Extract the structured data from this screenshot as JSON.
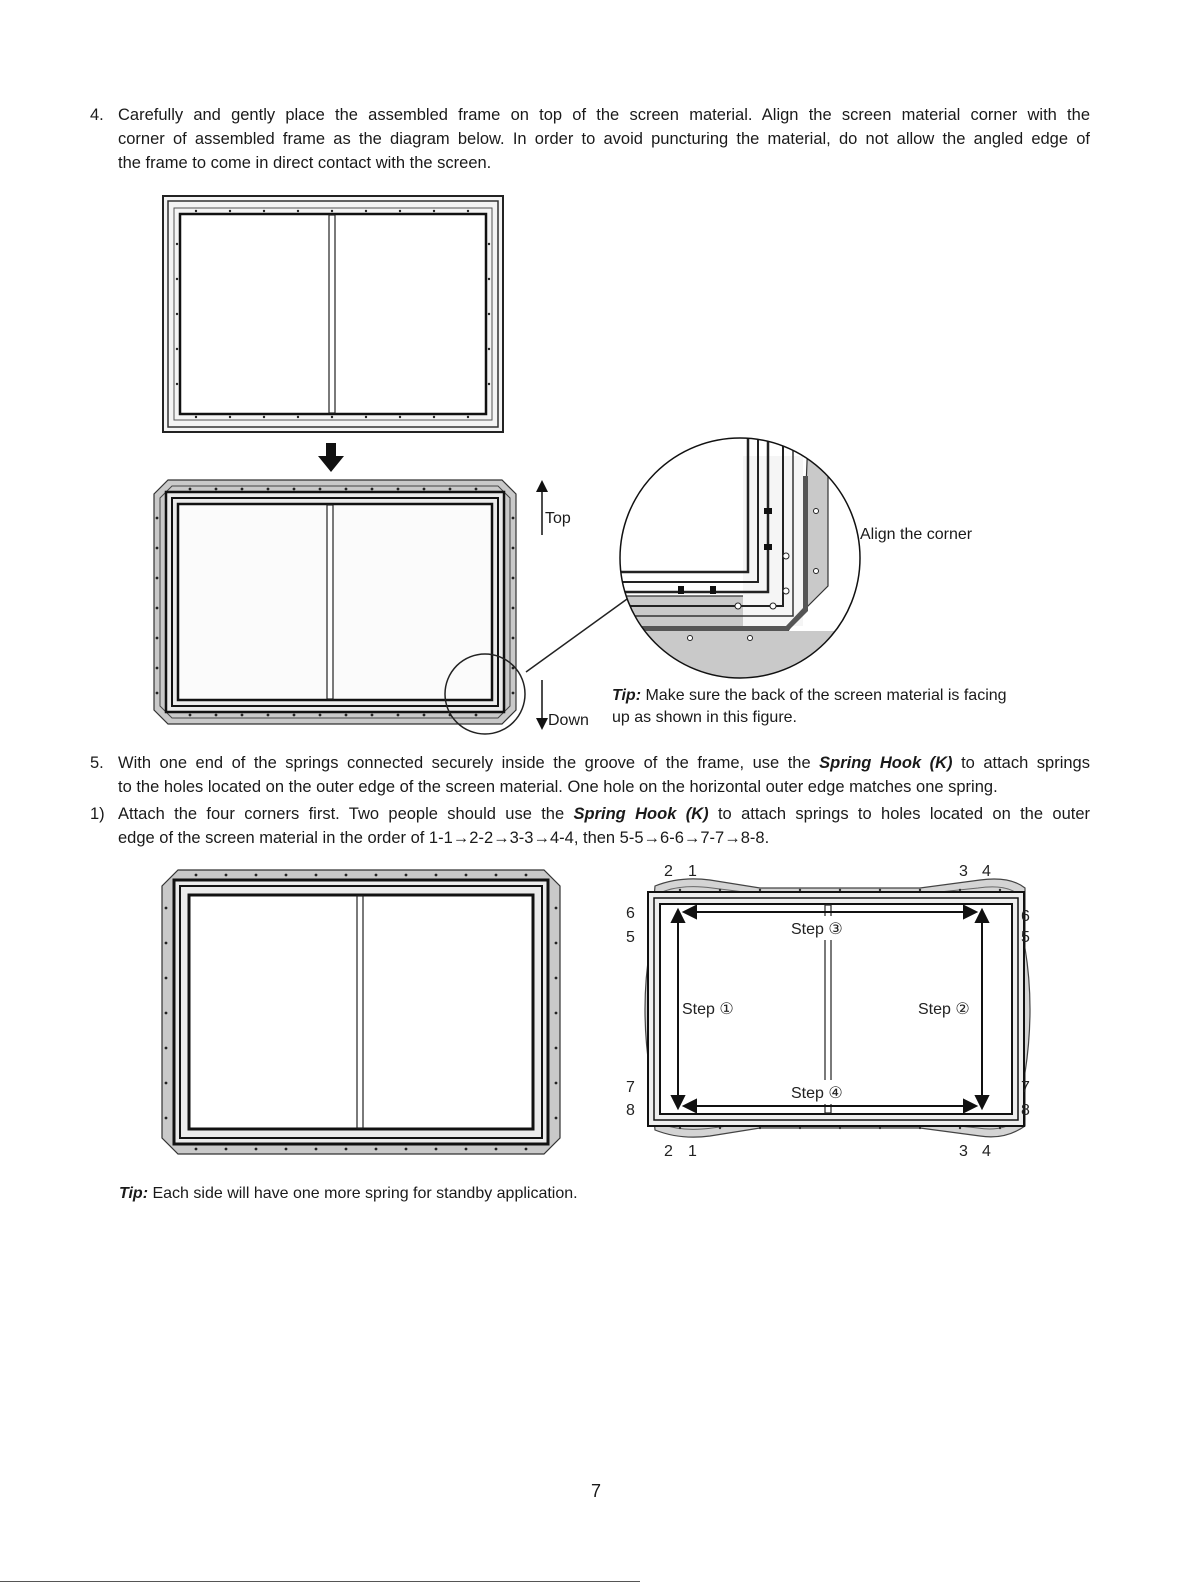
{
  "steps": {
    "step4": {
      "number": "4.",
      "lines": [
        "Carefully and gently place the assembled frame on top of the screen material. Align the screen material corner with the",
        "corner of assembled frame as the diagram below. In order to avoid puncturing the material, do not allow the angled edge of",
        "the frame to come in direct contact with the screen."
      ]
    },
    "step5": {
      "number": "5.",
      "line1_a": "With one end of the springs connected securely inside the groove of the frame, use the ",
      "line1_bold": "Spring Hook (K)",
      "line1_b": " to attach springs",
      "line2": "to the holes located on the outer edge of the screen material. One hole on the horizontal outer edge matches one spring."
    },
    "sub1": {
      "number": "1)",
      "line1_a": "Attach the four corners first. Two people should use the ",
      "line1_bold": "Spring Hook (K)",
      "line1_b": " to attach springs to holes located on the outer",
      "line2": "edge of the screen material in the order of 1-1→2-2→3-3→4-4, then 5-5→6-6→7-7→8-8."
    }
  },
  "figure1": {
    "label_top": "Top",
    "label_down": "Down",
    "label_align": "Align the corner",
    "tip_label": "Tip:",
    "tip_line1": " Make sure the back of the screen material is facing",
    "tip_line2": "up as shown in this figure."
  },
  "figure2": {
    "top_numbers": [
      "2",
      "1",
      "3",
      "4"
    ],
    "bottom_numbers": [
      "2",
      "1",
      "3",
      "4"
    ],
    "left_numbers": [
      "6",
      "5",
      "7",
      "8"
    ],
    "right_numbers": [
      "6",
      "5",
      "7",
      "8"
    ],
    "step1": "Step ①",
    "step2": "Step ②",
    "step3": "Step ③",
    "step4": "Step ④"
  },
  "tip2": {
    "label": "Tip:",
    "text": " Each side will have one more spring for standby application."
  },
  "page_number": "7"
}
